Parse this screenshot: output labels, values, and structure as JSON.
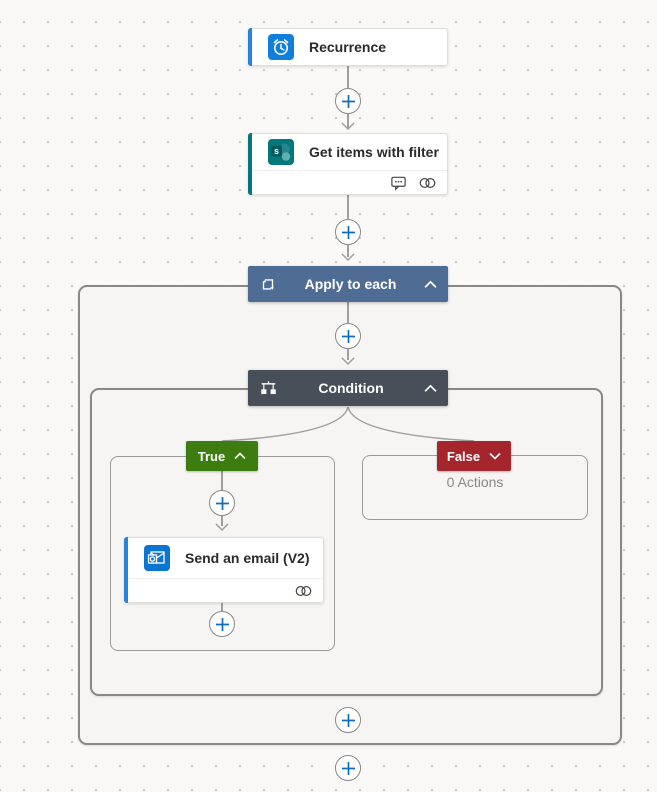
{
  "workflow": {
    "nodes": {
      "recurrence": {
        "label": "Recurrence"
      },
      "get_items": {
        "label": "Get items with filter"
      },
      "apply_to_each": {
        "label": "Apply to each"
      },
      "condition": {
        "label": "Condition"
      },
      "true_branch": {
        "label": "True"
      },
      "false_branch": {
        "label": "False",
        "empty_text": "0 Actions"
      },
      "send_email": {
        "label": "Send an email (V2)"
      }
    },
    "colors": {
      "recurrence_accent": "#2784d8",
      "recurrence_icon_bg": "#0f7fdb",
      "sharepoint_accent": "#03787c",
      "outlook_accent": "#2784d8",
      "outlook_icon_bg": "#0b76d1",
      "apply_header_bg": "#4e6c94",
      "condition_header_bg": "#484f58",
      "true_branch_bg": "#3d7c0f",
      "false_branch_bg": "#a4262c",
      "plus_icon": "#0f6cbd",
      "connector": "#a19f9d"
    }
  }
}
